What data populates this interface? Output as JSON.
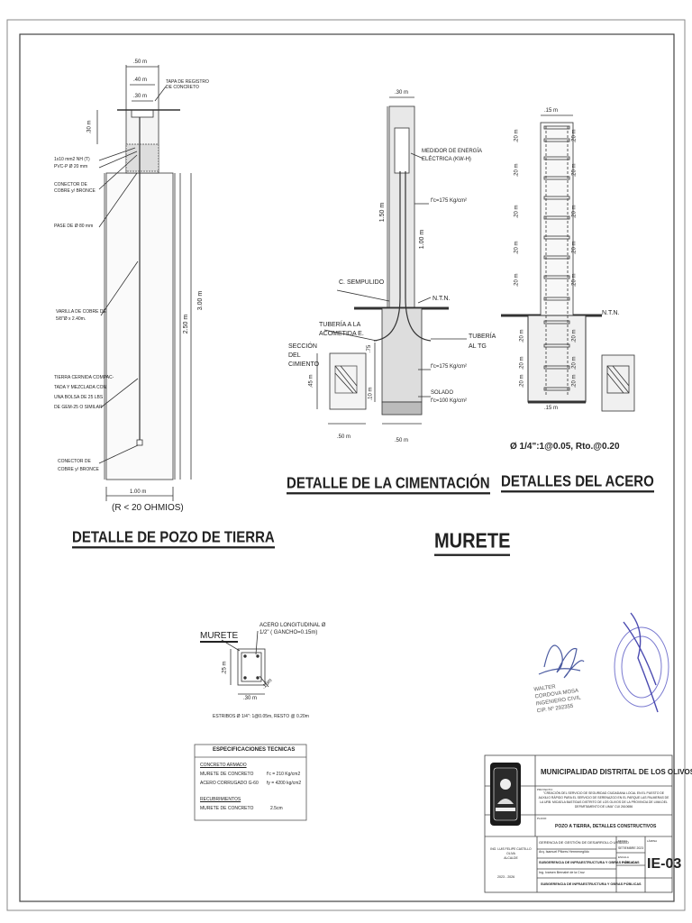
{
  "pozo": {
    "dim_50": ".50 m",
    "dim_40": ".40 m",
    "dim_30": ".30 m",
    "dim_30v": ".30 m",
    "tapa": [
      "TAPA DE REGISTRO",
      "DE CONCRETO"
    ],
    "cable": "1x10 mm2 NH (T)",
    "pvc": "PVC-P Ø 20 mm",
    "conector_top": [
      "CONECTOR DE",
      "COBRE y/ BRONCE"
    ],
    "pase": "PASE DE Ø 80 mm",
    "varilla": [
      "VARILLA DE COBRE DE",
      "5/8\"Ø x 2.40m."
    ],
    "tierra": [
      "TIERRA CERNIDA COMPAC-",
      "TADA Y MEZCLADA CON",
      "UNA BOLSA DE 25 LBS",
      "DE GEM-25 O SIMILAR"
    ],
    "conector_bot": [
      "CONECTOR DE",
      "COBRE y/ BRONCE"
    ],
    "dim_300": "3.00 m",
    "dim_250": "2.50 m",
    "dim_100": "1.00 m",
    "resistencia": "(R < 20 OHMIOS)",
    "title": "DETALLE DE POZO DE TIERRA"
  },
  "cimentacion": {
    "dim_30": ".30 m",
    "medidor": [
      "MEDIDOR DE ENERGÍA",
      "ELÉCTRICA (KW-H)"
    ],
    "fc1": "f'c=175 Kg/cm²",
    "dim_150": "1.50 m",
    "dim_100": "1.00 m",
    "sempulido": "C. SEMPULIDO",
    "ntn": "N.T.N.",
    "tuberia_acometida": [
      "TUBERÍA A LA",
      "ACOMETIDA E."
    ],
    "tuberia_tg": [
      "TUBERÍA",
      "AL TG"
    ],
    "seccion": [
      "SECCIÓN",
      "DEL",
      "CIMIENTO"
    ],
    "fc2": "f'c=175 Kg/cm²",
    "solado": [
      "SOLADO",
      "f'c=100 Kg/cm²"
    ],
    "dim_75": ".75",
    "dim_45": ".45 m",
    "dim_10": ".10 m",
    "dim_50a": ".50 m",
    "dim_50b": ".50 m",
    "title": "DETALLE DE LA CIMENTACIÓN"
  },
  "acero": {
    "dim_15": ".15 m",
    "dim_20": ".20 m",
    "ntn": "N.T.N.",
    "dim_bottom": ".15 m",
    "estribo": "Ø 1/4\":1@0.05, Rto.@0.20",
    "title": "DETALLES DEL ACERO"
  },
  "murete_title": "MURETE",
  "murete_small": {
    "label": "MURETE",
    "acero": [
      "ACERO LONGITUDINAL Ø",
      "1/2\" ( GANCHO=0.15m)"
    ],
    "dim_25": ".25 m",
    "dim_30": ".30 m",
    "dim_15": ".15m",
    "estribos": "ESTRIBOS Ø 1/4\": 1@0.05m, RESTO @ 0.20m"
  },
  "specs": {
    "title": "ESPECIFICACIONES TECNICAS",
    "concreto_head": "CONCRETO ARMADO",
    "row1_label": "MURETE DE CONCRETO",
    "row1_val": "f'c = 210 Kg/cm2",
    "row2_label": "ACERO CORRUGADO G-60",
    "row2_val": "fy = 4200 kg/cm2",
    "recub_head": "RECUBRIMIENTOS",
    "row3_label": "MURETE DE CONCRETO",
    "row3_val": "2.5cm"
  },
  "signature": {
    "name": [
      "WALTER",
      "CORDOVA MOSA",
      "INGENIERO CIVIL",
      "CIP. Nº 292355"
    ]
  },
  "titleblock": {
    "municipio": "MUNICIPALIDAD DISTRITAL DE LOS OLIVOS",
    "proyecto_label": "PROYECTO:",
    "proyecto": "\"CREACIÓN DEL SERVICIO DE SEGURIDAD CIUDADANA LOCAL EN EL PUESTO DE AUXILIO RÁPIDO PARA EL SERVICIO DE SERENAZGO EN EL PARQUE LAS PALMERAS DE LA URB. MICAELA BASTIDAS DISTRITO DE LOS OLIVOS DE LA PROVINCIA DE LIMA DEL DEPARTAMENTO DE LIMA\" CUI 2610656",
    "plano_label": "PLANO:",
    "plano": "POZO A TIERRA, DETALLES CONSTRUCTIVOS",
    "gerencia": "GERENCIA DE GESTIÓN DE DESARROLLO URBANO",
    "gerente": "Arq. Isamuel Pflores Hermenegildo",
    "subgerencia": "SUBGERENCIA DE INFRAESTRUCTURA Y OBRAS PÚBLICAS",
    "subgerente": "Ing. Ivarsen Bernabé de la Cruz",
    "subgerencia2": "SUBGERENCIA DE INFRAESTRUCTURA Y OBRAS PÚBLICAS",
    "alcalde": [
      "ING. LUIS FELIPE CASTILLO OLIVA",
      "ALCALDE"
    ],
    "periodo": "2023 - 2026",
    "fecha_label": "FECHA",
    "fecha": "SETIEMBRE 2023",
    "escala_label": "ESCALA",
    "escala": "INDICADA",
    "lamina_label": "LÁMINA",
    "lamina": "IE-03"
  }
}
